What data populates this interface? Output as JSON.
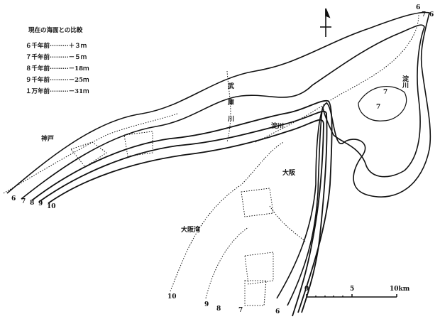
{
  "legend": {
    "title": "現在の海面との比較",
    "rows": [
      {
        "age": "６千年前",
        "level": "＋３ｍ"
      },
      {
        "age": "７千年前",
        "level": "－５ｍ"
      },
      {
        "age": "８千年前",
        "level": "－18ｍ"
      },
      {
        "age": "９千年前",
        "level": "－25ｍ"
      },
      {
        "age": "１万年前",
        "level": "－31ｍ"
      }
    ]
  },
  "places": {
    "kobe": "神戸",
    "osaka": "大阪",
    "osaka_bay": "大阪湾",
    "mukogawa": "武庫川",
    "yodogawa_1": "淀川",
    "yodogawa_2": "淀川"
  },
  "line_labels": {
    "west": [
      "6",
      "7",
      "8",
      "9",
      "10"
    ],
    "south": [
      "10",
      "9",
      "8",
      "7",
      "6"
    ],
    "north": [
      "6",
      "7",
      "6"
    ],
    "lake": [
      "7",
      "7"
    ]
  },
  "scale": {
    "ticks": [
      "0",
      "5",
      "10km"
    ]
  },
  "north_arrow": "north-arrow"
}
